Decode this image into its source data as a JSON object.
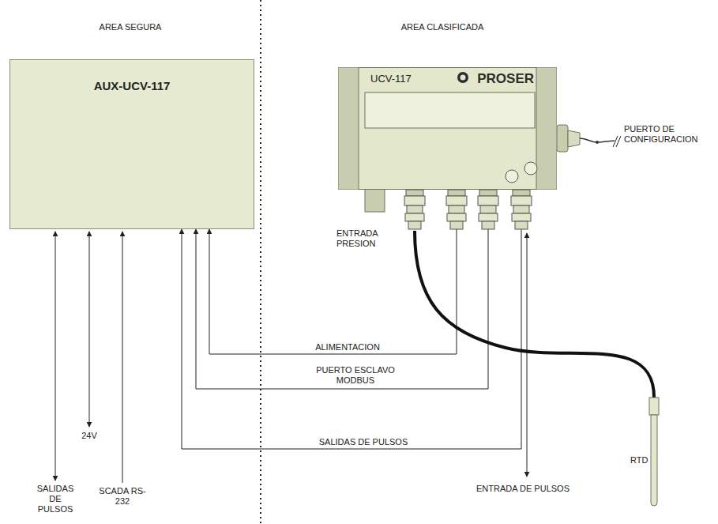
{
  "diagram": {
    "nodes": [
      {
        "text": [
          "AUX-UCV-117"
        ]
      },
      {
        "text": [
          "UCV-117",
          "PROSER"
        ]
      }
    ],
    "edges": [
      {
        "from": 0,
        "to": 1,
        "arrow": "both",
        "label": "ALIMENTACION"
      },
      {
        "from": 0,
        "to": 1,
        "arrow": "both",
        "label": "PUERTO ESCLAVO MODBUS"
      },
      {
        "from": 0,
        "to": 1,
        "arrow": "both",
        "label": "SALIDAS DE PULSOS"
      }
    ],
    "labels": [
      "AREA SEGURA",
      "AREA CLASIFICADA",
      "ENTRADA PRESION",
      "PUERTO DE CONFIGURACION",
      "RTD",
      "ENTRADA DE PULSOS",
      "SALIDAS DE PULSOS",
      "24V",
      "SCADA RS-232"
    ]
  }
}
